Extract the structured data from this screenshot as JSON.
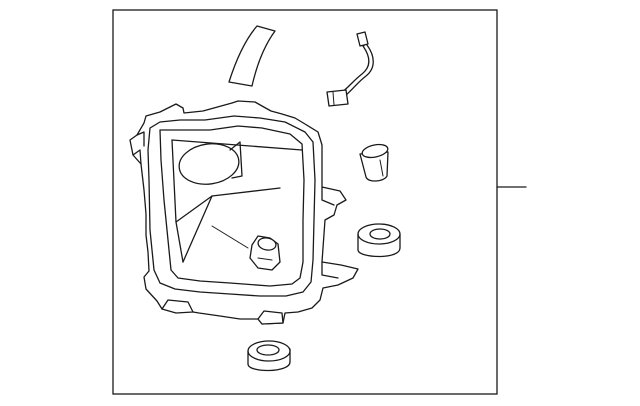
{
  "diagram": {
    "parts": [
      {
        "name": "headlamp-housing"
      },
      {
        "name": "adhesive-strip"
      },
      {
        "name": "wire-harness-connector"
      },
      {
        "name": "cap-upper"
      },
      {
        "name": "grommet-middle"
      },
      {
        "name": "grommet-bottom"
      }
    ],
    "callouts": 1
  }
}
